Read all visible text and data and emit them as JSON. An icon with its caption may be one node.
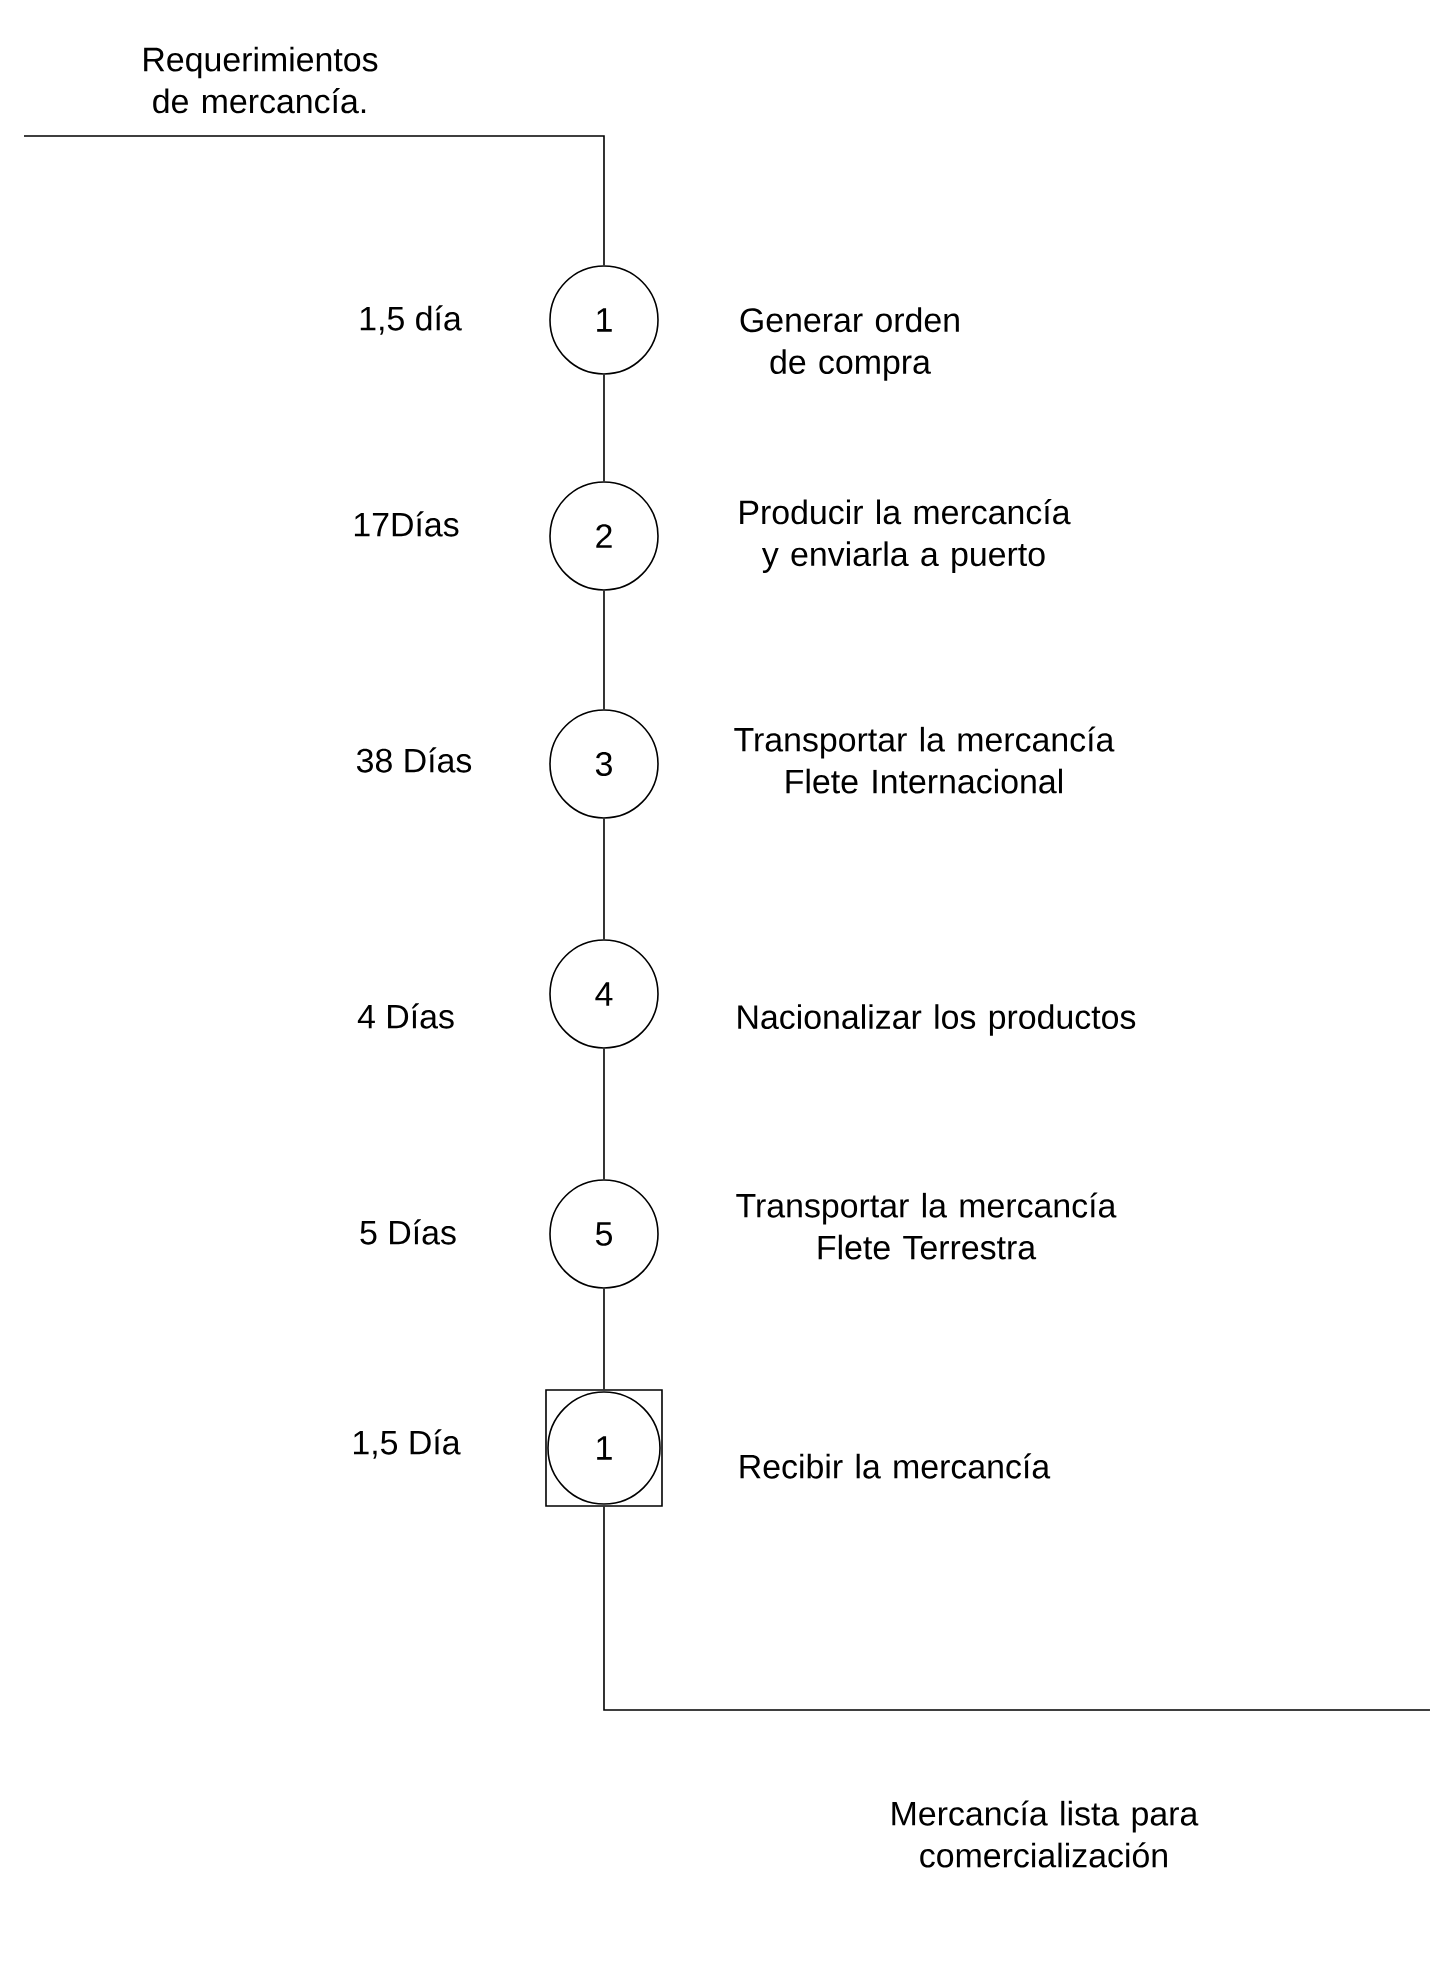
{
  "diagram": {
    "nodes": [
      {
        "text": [
          "1"
        ],
        "beside": [
          "1,5 día",
          "Generar orden de compra"
        ]
      },
      {
        "text": [
          "2"
        ],
        "beside": [
          "17Días",
          "Producir la mercancía y enviarla a puerto"
        ]
      },
      {
        "text": [
          "3"
        ],
        "beside": [
          "38 Días",
          "Transportar la mercancía Flete Internacional"
        ]
      },
      {
        "text": [
          "4"
        ],
        "beside": [
          "4 Días",
          "Nacionalizar los productos"
        ]
      },
      {
        "text": [
          "5"
        ],
        "beside": [
          "5 Días",
          "Transportar la mercancía Flete Terrestra"
        ]
      },
      {
        "text": [
          "1"
        ],
        "beside": [
          "1,5 Día",
          "Recibir  la mercancía"
        ]
      }
    ],
    "edges": [
      {
        "from": null,
        "to": 0,
        "arrow": "none"
      },
      {
        "from": 0,
        "to": 1,
        "arrow": "none"
      },
      {
        "from": 1,
        "to": 2,
        "arrow": "none"
      },
      {
        "from": 2,
        "to": 3,
        "arrow": "none"
      },
      {
        "from": 3,
        "to": 4,
        "arrow": "none"
      },
      {
        "from": 4,
        "to": 5,
        "arrow": "none"
      },
      {
        "from": 5,
        "to": null,
        "arrow": "none"
      }
    ],
    "labels": [
      "Requerimientos de mercancía.",
      "Mercancía lista para comercialización"
    ]
  }
}
